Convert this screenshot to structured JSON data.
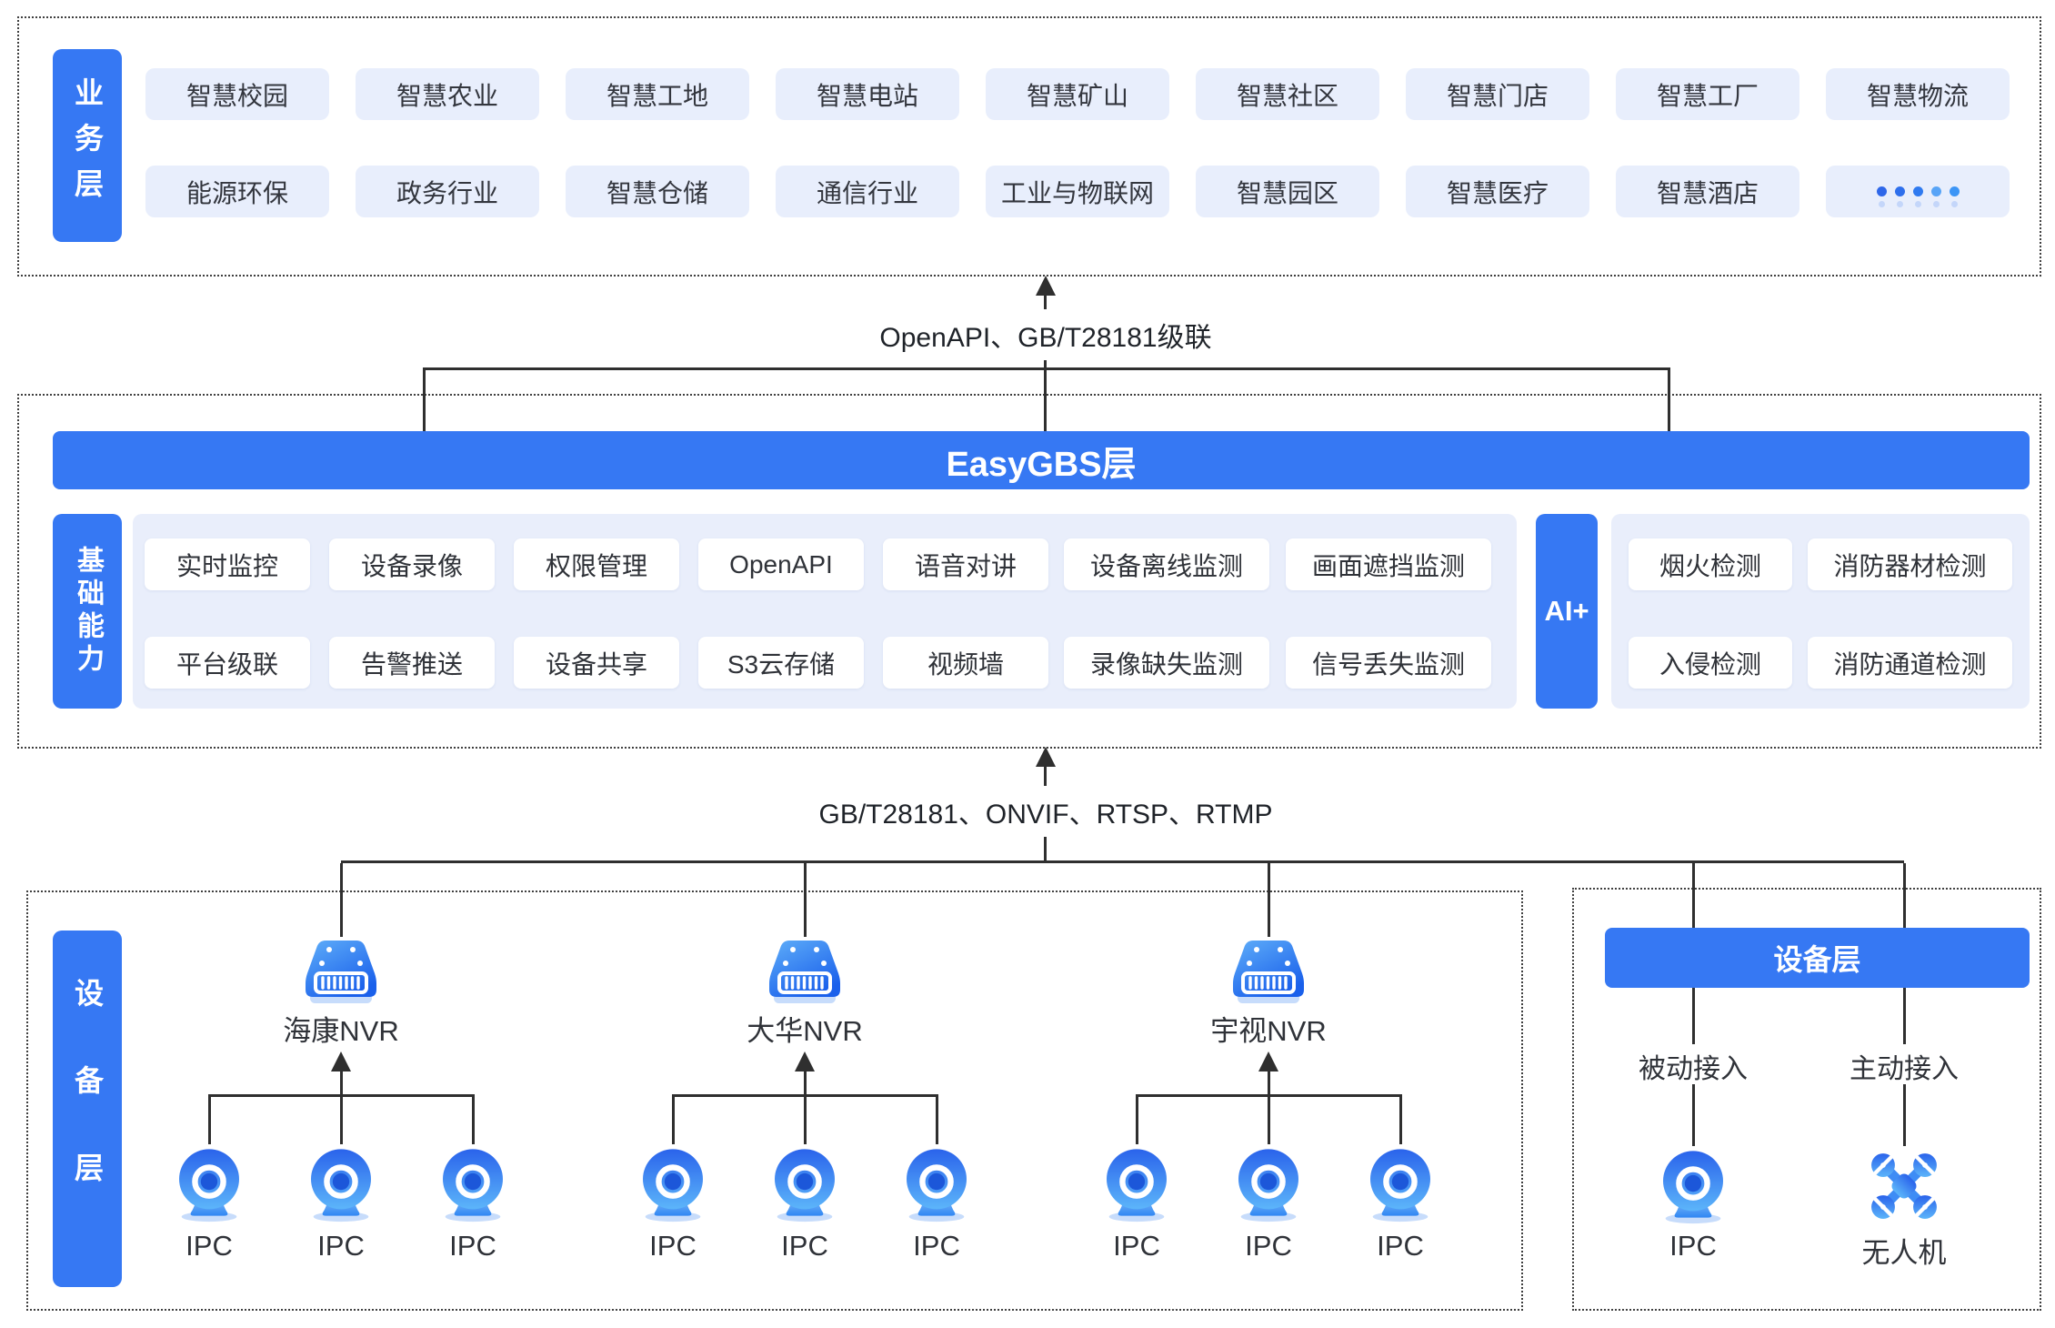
{
  "colors": {
    "accent": "#3678F3",
    "panel_bg": "#E9EEFB",
    "item_bg": "#E8EEFC",
    "line": "#2F2F2F",
    "dot_colors": [
      "#2E67E9",
      "#2E6FEC",
      "#2F7AF0",
      "#58A4F7",
      "#3C95F6"
    ]
  },
  "business_layer": {
    "sidebar_label": "业务层",
    "row1": [
      "智慧校园",
      "智慧农业",
      "智慧工地",
      "智慧电站",
      "智慧矿山",
      "智慧社区",
      "智慧门店",
      "智慧工厂",
      "智慧物流"
    ],
    "row2": [
      "能源环保",
      "政务行业",
      "智慧仓储",
      "通信行业",
      "工业与物联网",
      "智慧园区",
      "智慧医疗",
      "智慧酒店"
    ],
    "more_dots": 5
  },
  "connector_top": {
    "label": "OpenAPI、GB/T28181级联"
  },
  "easygbs_layer": {
    "bar_label": "EasyGBS层",
    "capability_sidebar_label": "基础能力",
    "capability_row1": [
      "实时监控",
      "设备录像",
      "权限管理",
      "OpenAPI",
      "语音对讲",
      "设备离线监测",
      "画面遮挡监测"
    ],
    "capability_row2": [
      "平台级联",
      "告警推送",
      "设备共享",
      "S3云存储",
      "视频墙",
      "录像缺失监测",
      "信号丢失监测"
    ],
    "ai_sidebar_label": "AI+",
    "ai_row1": [
      "烟火检测",
      "消防器材检测"
    ],
    "ai_row2": [
      "入侵检测",
      "消防通道检测"
    ]
  },
  "connector_bottom": {
    "label": "GB/T28181、ONVIF、RTSP、RTMP"
  },
  "device_layer": {
    "sidebar_label": "设备层",
    "nvr_groups": [
      {
        "name": "海康NVR",
        "ipcs": [
          "IPC",
          "IPC",
          "IPC"
        ]
      },
      {
        "name": "大华NVR",
        "ipcs": [
          "IPC",
          "IPC",
          "IPC"
        ]
      },
      {
        "name": "宇视NVR",
        "ipcs": [
          "IPC",
          "IPC",
          "IPC"
        ]
      }
    ],
    "right_panel": {
      "header": "设备层",
      "columns": [
        {
          "access_label": "被动接入",
          "device_label": "IPC",
          "icon": "ipc-icon"
        },
        {
          "access_label": "主动接入",
          "device_label": "无人机",
          "icon": "drone-icon"
        }
      ]
    }
  }
}
